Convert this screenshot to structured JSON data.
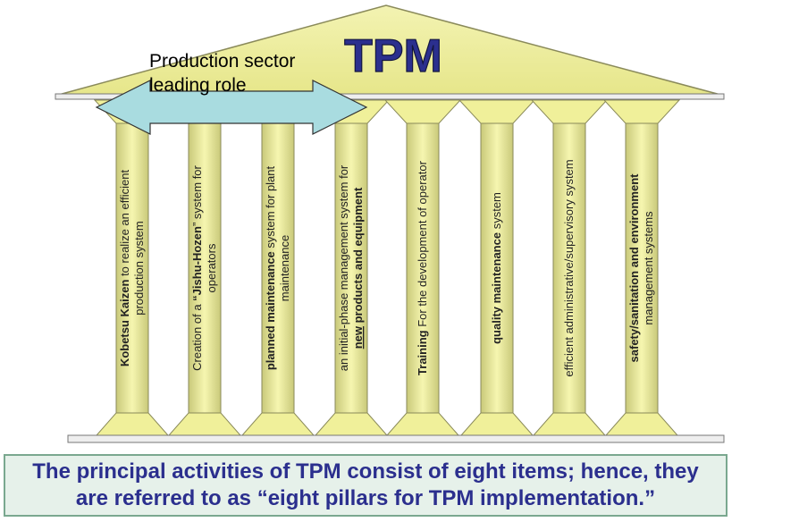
{
  "title": "TPM",
  "sector_label": {
    "line1": "Production sector",
    "line2": "leading role"
  },
  "pillars": [
    {
      "lines": [
        [
          {
            "t": "Kobetsu Kaizen",
            "b": true
          },
          {
            "t": " to realize an efficient"
          }
        ],
        [
          {
            "t": "production system"
          }
        ]
      ]
    },
    {
      "lines": [
        [
          {
            "t": "Creation of a "
          },
          {
            "t": "“Jishu-Hozen",
            "b": true
          },
          {
            "t": "” system for"
          }
        ],
        [
          {
            "t": "operators"
          }
        ]
      ]
    },
    {
      "lines": [
        [
          {
            "t": "planned maintenance",
            "b": true
          },
          {
            "t": " system for plant"
          }
        ],
        [
          {
            "t": "maintenance"
          }
        ]
      ]
    },
    {
      "lines": [
        [
          {
            "t": "an initial-phase management system for"
          }
        ],
        [
          {
            "t": "new",
            "b": true,
            "u": true
          },
          {
            "t": "  products and equipment",
            "b": true
          }
        ]
      ]
    },
    {
      "lines": [
        [
          {
            "t": "Training",
            "b": true
          },
          {
            "t": "  For the development of operator"
          }
        ]
      ]
    },
    {
      "lines": [
        [
          {
            "t": "quality maintenance",
            "b": true
          },
          {
            "t": " system"
          }
        ]
      ]
    },
    {
      "lines": [
        [
          {
            "t": "efficient administrative/supervisory system"
          }
        ]
      ]
    },
    {
      "lines": [
        [
          {
            "t": "safety/sanitation and environment",
            "b": true
          }
        ],
        [
          {
            "t": "management systems"
          }
        ]
      ]
    }
  ],
  "caption": {
    "line1": "The principal activities of TPM consist of eight items; hence, they",
    "line2": "are referred to as “eight pillars for TPM implementation.”"
  },
  "colors": {
    "pillar": "#f0f09a",
    "pillar_stroke": "#8a8a5a",
    "roof": "#f0f09a",
    "arrow": "#a9dce0",
    "title": "#2b2f8e",
    "caption_bg": "#e6f1ea",
    "caption_border": "#7aa88f"
  }
}
